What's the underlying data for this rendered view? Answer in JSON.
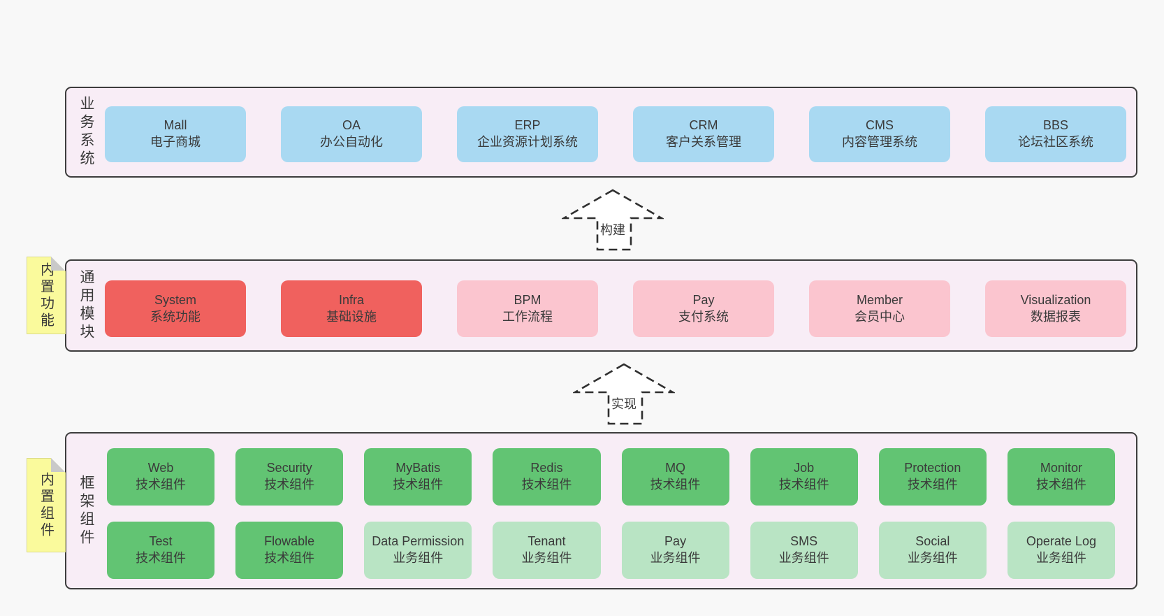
{
  "colors": {
    "page-bg": "#f8f8f8",
    "container-bg": "#f8edf6",
    "border-col": "#3d3d3d",
    "text-col": "#3a3a3a",
    "blue": "#a9d9f2",
    "red": "#f0615e",
    "pink": "#fbc5cf",
    "green": "#62c473",
    "lightgreen": "#b9e4c4",
    "sticky-bg": "#fafa9c",
    "fold-col": "#c9c9c9",
    "arrow-fill": "#ffffff",
    "arrow-stroke": "#2f2f2f"
  },
  "arrows": [
    {
      "label": "构建"
    },
    {
      "label": "实现"
    }
  ],
  "stickies": [
    {
      "label": "内置功能"
    },
    {
      "label": "内置组件"
    }
  ],
  "sections": [
    {
      "label": "业务系统",
      "rows": [
        [
          {
            "name": "Mall",
            "desc": "电子商城",
            "variant": "blue"
          },
          {
            "name": "OA",
            "desc": "办公自动化",
            "variant": "blue"
          },
          {
            "name": "ERP",
            "desc": "企业资源计划系统",
            "variant": "blue"
          },
          {
            "name": "CRM",
            "desc": "客户关系管理",
            "variant": "blue"
          },
          {
            "name": "CMS",
            "desc": "内容管理系统",
            "variant": "blue"
          },
          {
            "name": "BBS",
            "desc": "论坛社区系统",
            "variant": "blue"
          }
        ]
      ]
    },
    {
      "label": "通用模块",
      "rows": [
        [
          {
            "name": "System",
            "desc": "系统功能",
            "variant": "red"
          },
          {
            "name": "Infra",
            "desc": "基础设施",
            "variant": "red"
          },
          {
            "name": "BPM",
            "desc": "工作流程",
            "variant": "pink"
          },
          {
            "name": "Pay",
            "desc": "支付系统",
            "variant": "pink"
          },
          {
            "name": "Member",
            "desc": "会员中心",
            "variant": "pink"
          },
          {
            "name": "Visualization",
            "desc": "数据报表",
            "variant": "pink"
          }
        ]
      ]
    },
    {
      "label": "框架组件",
      "rows": [
        [
          {
            "name": "Web",
            "desc": "技术组件",
            "variant": "green"
          },
          {
            "name": "Security",
            "desc": "技术组件",
            "variant": "green"
          },
          {
            "name": "MyBatis",
            "desc": "技术组件",
            "variant": "green"
          },
          {
            "name": "Redis",
            "desc": "技术组件",
            "variant": "green"
          },
          {
            "name": "MQ",
            "desc": "技术组件",
            "variant": "green"
          },
          {
            "name": "Job",
            "desc": "技术组件",
            "variant": "green"
          },
          {
            "name": "Protection",
            "desc": "技术组件",
            "variant": "green"
          },
          {
            "name": "Monitor",
            "desc": "技术组件",
            "variant": "green"
          }
        ],
        [
          {
            "name": "Test",
            "desc": "技术组件",
            "variant": "green"
          },
          {
            "name": "Flowable",
            "desc": "技术组件",
            "variant": "green"
          },
          {
            "name": "Data Permission",
            "desc": "业务组件",
            "variant": "lightgreen"
          },
          {
            "name": "Tenant",
            "desc": "业务组件",
            "variant": "lightgreen"
          },
          {
            "name": "Pay",
            "desc": "业务组件",
            "variant": "lightgreen"
          },
          {
            "name": "SMS",
            "desc": "业务组件",
            "variant": "lightgreen"
          },
          {
            "name": "Social",
            "desc": "业务组件",
            "variant": "lightgreen"
          },
          {
            "name": "Operate Log",
            "desc": "业务组件",
            "variant": "lightgreen"
          }
        ]
      ]
    }
  ]
}
